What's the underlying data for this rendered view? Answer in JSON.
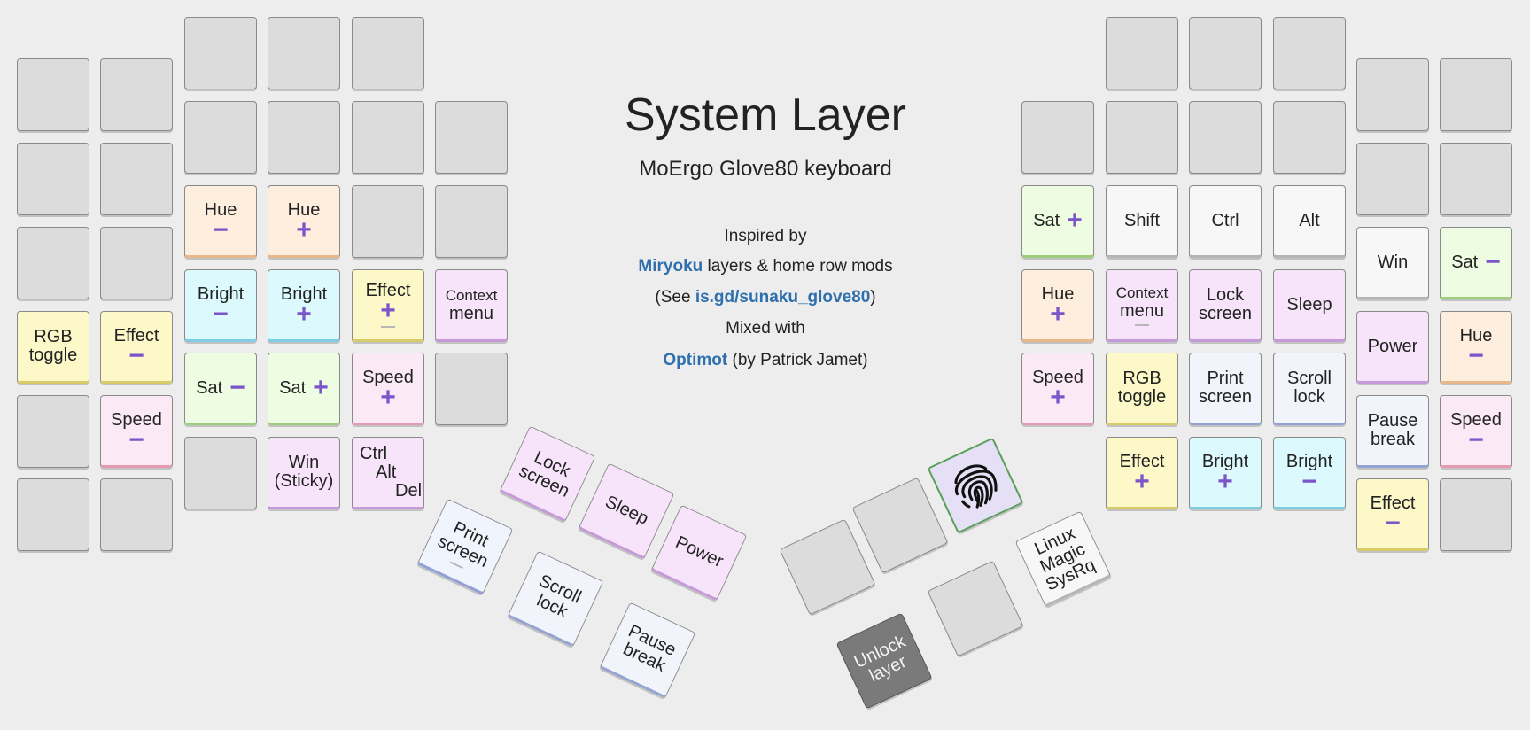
{
  "header": {
    "title": "System Layer",
    "subtitle": "MoErgo Glove80 keyboard",
    "inspired_by": "Inspired by",
    "miryoku_link": "Miryoku",
    "miryoku_rest": " layers & home row mods",
    "see_open": "(See ",
    "see_link": "is.gd/sunaku_glove80",
    "see_close": ")",
    "mixed_with": "Mixed with",
    "optimot_link": "Optimot",
    "optimot_rest": " (by Patrick Jamet)"
  },
  "keys": {
    "hue": "Hue",
    "bright": "Bright",
    "effect": "Effect",
    "sat": "Sat",
    "speed": "Speed",
    "context_1": "Context",
    "context_2": "menu",
    "rgb_1": "RGB",
    "rgb_2": "toggle",
    "win": "Win",
    "sticky": "(Sticky)",
    "ctrl": "Ctrl",
    "alt": "Alt",
    "del": "Del",
    "shift": "Shift",
    "lock_1": "Lock",
    "lock_2": "screen",
    "sleep": "Sleep",
    "power": "Power",
    "print_1": "Print",
    "print_2": "screen",
    "scroll_1": "Scroll",
    "scroll_2": "lock",
    "pause_1": "Pause",
    "pause_2": "break",
    "unlock_1": "Unlock",
    "unlock_2": "layer",
    "sysrq_1": "Linux",
    "sysrq_2": "Magic",
    "sysrq_3": "SysRq",
    "plus": "+",
    "minus": "−"
  },
  "icons": {
    "plus": "plus-icon",
    "minus": "minus-icon",
    "fingerprint": "fingerprint-icon"
  },
  "colors": {
    "accent_purple": "#7b55c9",
    "link_blue": "#2f6fae",
    "hue_key": "#fdeedd",
    "bright_key": "#dcfafd",
    "effect_key": "#fcf8c8",
    "speed_key": "#fbeaf5",
    "sat_key": "#eefce2",
    "system_key": "#f7e4fa",
    "modifier_key": "#f7f7f7",
    "unlock_key": "#7a7a7a",
    "empty_key": "#dcdcdc"
  }
}
